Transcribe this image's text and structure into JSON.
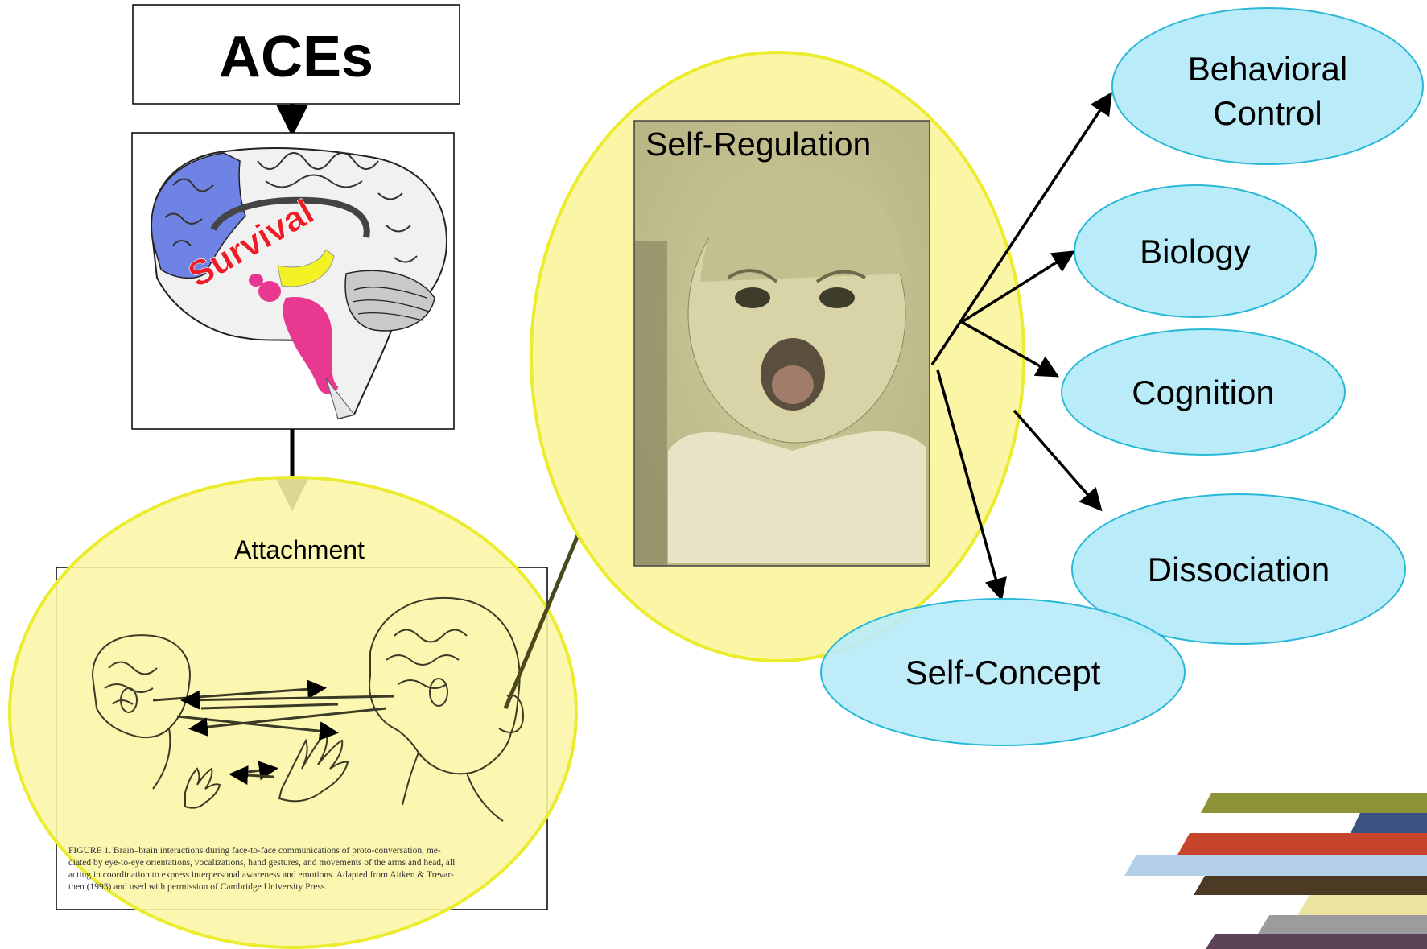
{
  "aces": {
    "title": "ACEs"
  },
  "brain": {
    "survival_label": "Survival"
  },
  "attachment": {
    "title": "Attachment",
    "caption_lines": [
      "FIGURE 1.   Brain–brain interactions during face-to-face communications of proto-conversation, me-",
      "diated by eye-to-eye orientations, vocalizations, hand gestures, and movements of the arms and head, all",
      "acting in coordination to express interpersonal awareness and emotions. Adapted from Aitken & Trevar-",
      "then (1993) and used with permission of Cambridge University Press."
    ]
  },
  "self_regulation": {
    "title": "Self-Regulation"
  },
  "outcomes": {
    "behavioral_control": [
      "Behavioral",
      "Control"
    ],
    "biology": "Biology",
    "cognition": "Cognition",
    "dissociation": "Dissociation",
    "self_concept": "Self-Concept"
  },
  "colors": {
    "highlight_yellow": "#fbf6a6",
    "highlight_border": "#ecec2e",
    "outcome_fill": "#b9ecf8",
    "outcome_border": "#29b8d8",
    "brain_blue": "#6f83e4",
    "brain_pink": "#e8388f",
    "brain_yellow": "#f3f224",
    "survival_red": "#ee1c25",
    "sepia_photo": "#bfbb8a",
    "stripe_olive": "#8c9236",
    "stripe_navy": "#3a5382",
    "stripe_red": "#c8452d",
    "stripe_lightblue": "#b4d0e8",
    "stripe_brown": "#4d3a25",
    "stripe_cream": "#ece3a0",
    "stripe_gray": "#9c9c9c",
    "stripe_plum": "#5c4358"
  },
  "icons": [
    "brain-illustration",
    "infant-photo",
    "mother-infant-sketch",
    "decorative-stripes"
  ]
}
